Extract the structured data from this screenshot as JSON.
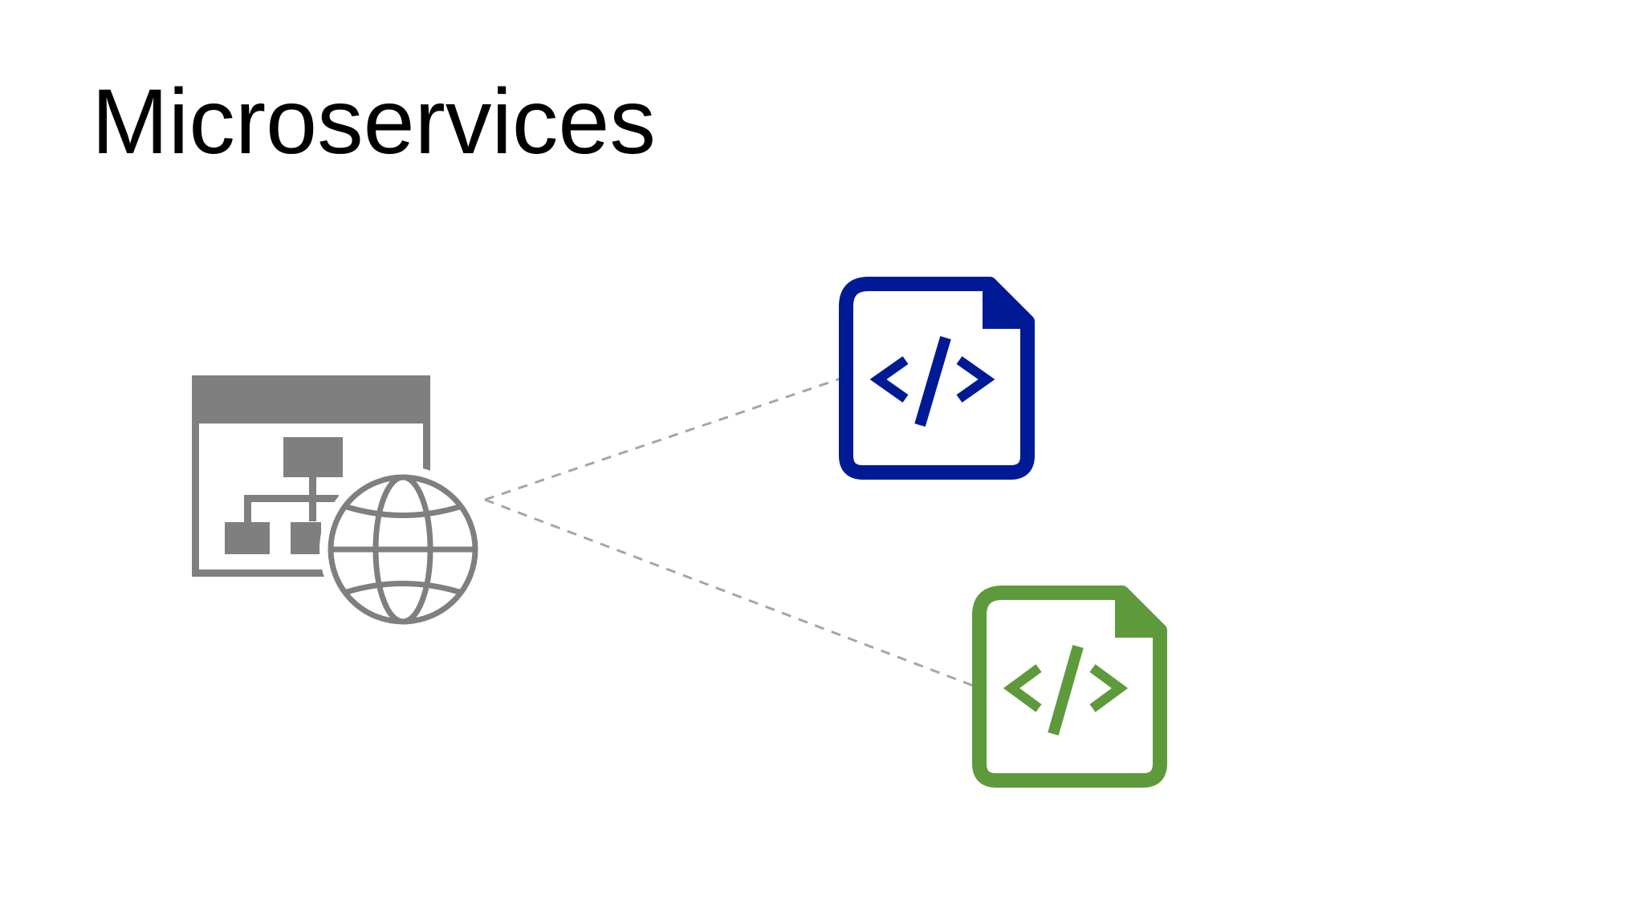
{
  "slide": {
    "title": "Microservices"
  },
  "diagram": {
    "nodes": [
      {
        "id": "web-app",
        "icon": "web-application-globe-icon",
        "color": "#7f7f7f"
      },
      {
        "id": "service-1",
        "icon": "code-file-icon",
        "color": "#001a96"
      },
      {
        "id": "service-2",
        "icon": "code-file-icon",
        "color": "#5e9a3c"
      }
    ],
    "edges": [
      {
        "from": "web-app",
        "to": "service-1",
        "style": "dashed",
        "color": "#a6a6a6"
      },
      {
        "from": "web-app",
        "to": "service-2",
        "style": "dashed",
        "color": "#a6a6a6"
      }
    ]
  }
}
